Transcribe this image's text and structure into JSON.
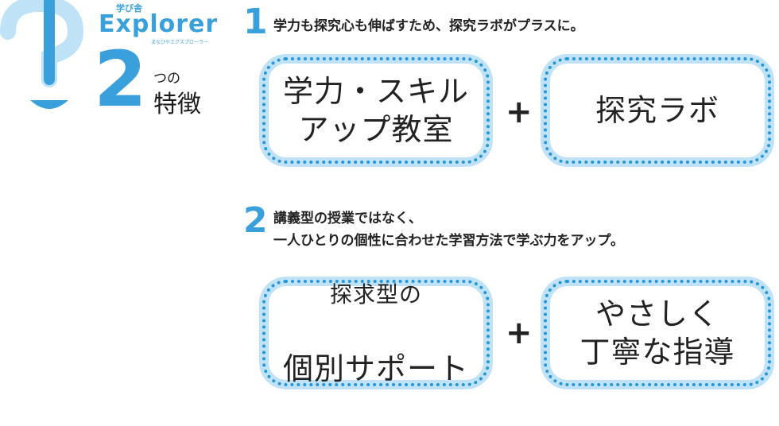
{
  "logo": {
    "brand_small": "学び舎",
    "brand_name": "Explorer",
    "brand_tagline": "まなびやエクスプローラー",
    "number": "2",
    "tsu_no": "つの",
    "features_label": "特徴"
  },
  "colors": {
    "accent": "#3aa0dc",
    "box_fill": "#bfe2f6",
    "box_dots": "#2596d6"
  },
  "sections": [
    {
      "number": "1",
      "heading_line1": "学力も探究心も伸ばすため、探究ラボがプラスに。",
      "heading_line2": "",
      "box_left": "学力・スキル\nアップ教室",
      "plus": "+",
      "box_right": "探究ラボ"
    },
    {
      "number": "2",
      "heading_line1": "講義型の授業ではなく、",
      "heading_line2": "一人ひとりの個性に合わせた学習方法で学ぶ力をアップ。",
      "box_left_line1": "探求型の",
      "box_left_line2": "個別サポート",
      "plus": "+",
      "box_right": "やさしく\n丁寧な指導"
    }
  ]
}
